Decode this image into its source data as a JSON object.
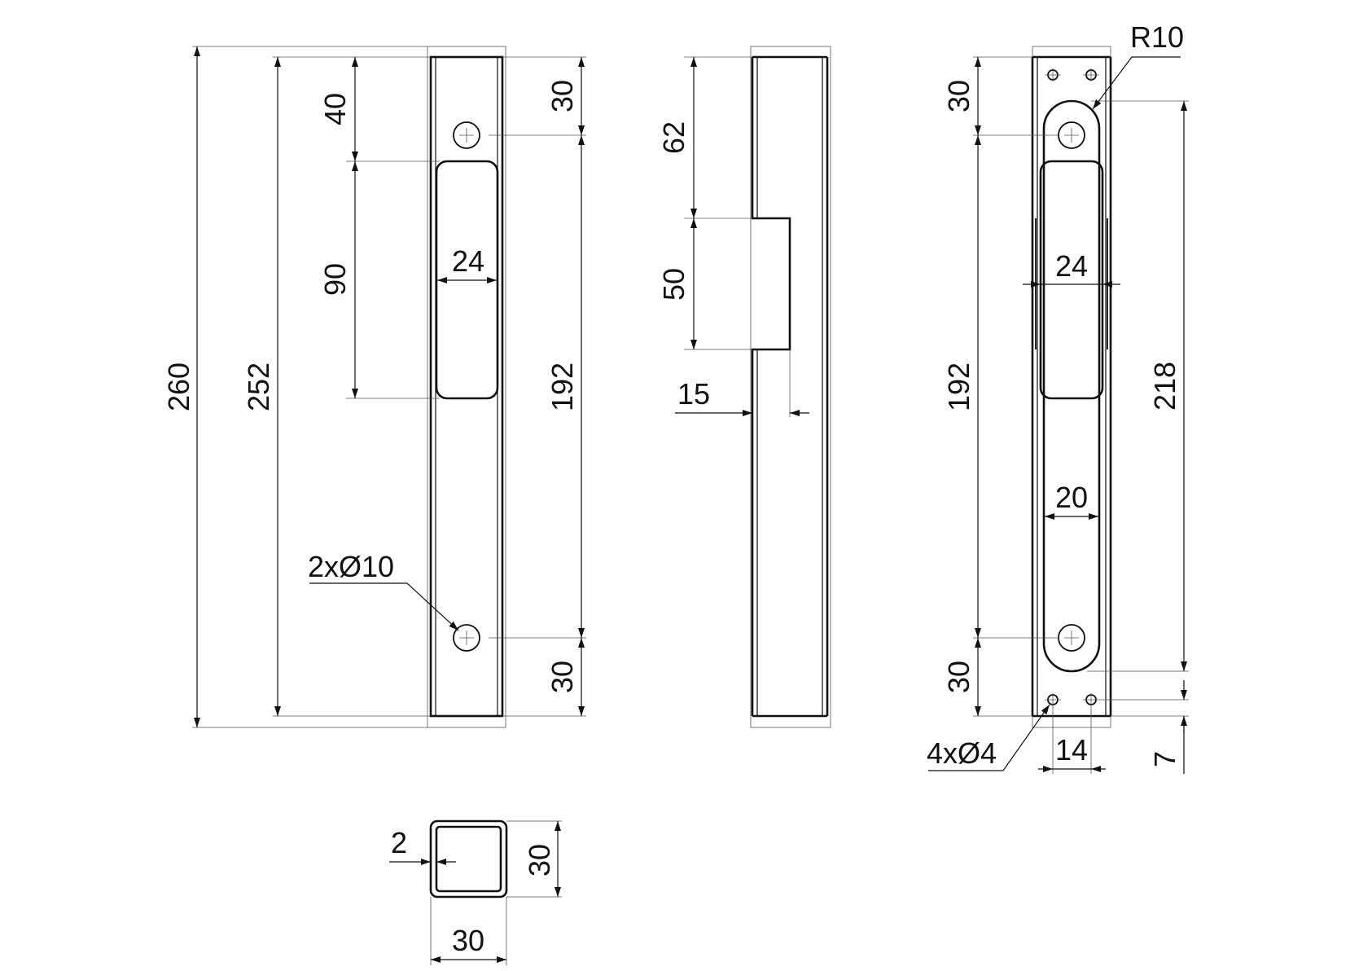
{
  "front_view": {
    "dim_total_length": "260",
    "dim_inner_length": "252",
    "dim_top_to_slot": "40",
    "dim_slot_length": "90",
    "dim_slot_width": "24",
    "dim_hole_from_top": "30",
    "dim_hole_spacing": "192",
    "dim_hole_from_bottom": "30",
    "hole_callout": "2xØ10"
  },
  "side_view": {
    "dim_top_to_tongue": "62",
    "dim_tongue_length": "50",
    "dim_tongue_depth": "15"
  },
  "back_view": {
    "radius_callout": "R10",
    "dim_hole_from_top": "30",
    "dim_slot_width": "24",
    "dim_hole_spacing": "192",
    "dim_plate_length": "218",
    "dim_inner_width": "20",
    "dim_hole_from_bottom": "30",
    "small_hole_callout": "4xØ4",
    "dim_small_hole_spacing": "14",
    "dim_small_hole_offset": "7"
  },
  "section_view": {
    "dim_wall_thickness": "2",
    "dim_height": "30",
    "dim_width": "30"
  }
}
